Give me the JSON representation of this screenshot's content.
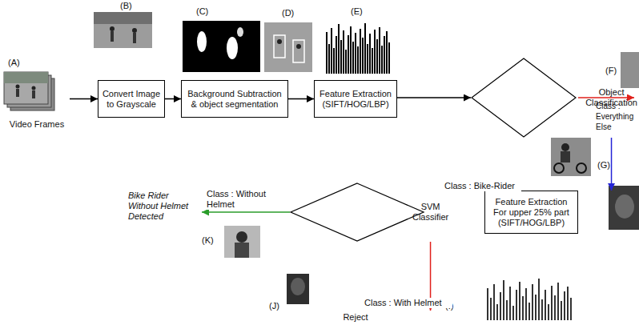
{
  "diagram": {
    "nodes": [
      {
        "text": [
          "Video Frames"
        ]
      },
      {
        "text": [
          "Convert Image to Grayscale"
        ]
      },
      {
        "text": [
          "Background Subtraction & object segmentation"
        ]
      },
      {
        "text": [
          "Feature Extraction (SIFT/HOG/LBP)"
        ]
      },
      {
        "text": [
          "Object Classification"
        ]
      },
      {
        "text": [
          "Feature Extraction For upper 25% part (SIFT/HOG/LBP)"
        ]
      },
      {
        "text": [
          "SVM Classifier"
        ]
      },
      {
        "text": [
          "Bike Rider Without Helmet Detected"
        ]
      },
      {
        "text": [
          "Reject"
        ]
      }
    ],
    "edges": [
      {
        "from": 0,
        "to": 1,
        "arrow": "to"
      },
      {
        "from": 1,
        "to": 2,
        "arrow": "to"
      },
      {
        "from": 2,
        "to": 3,
        "arrow": "to"
      },
      {
        "from": 3,
        "to": 4,
        "arrow": "to"
      },
      {
        "from": 4,
        "to": 5,
        "label": "Class : Bike-Rider",
        "arrow": "to"
      },
      {
        "from": 5,
        "to": 6,
        "arrow": "to"
      },
      {
        "from": 6,
        "to": 7,
        "label": "Class : Without Helmet",
        "arrow": "to"
      },
      {
        "from": 6,
        "to": 8,
        "label": "Class : With Helmet",
        "arrow": "to"
      }
    ],
    "labels": [
      "(A)",
      "(B)",
      "(C)",
      "(D)",
      "(E)",
      "(F)",
      "Class : Everything Else",
      "(G)",
      "(K)",
      "(J)",
      "(I)"
    ]
  }
}
